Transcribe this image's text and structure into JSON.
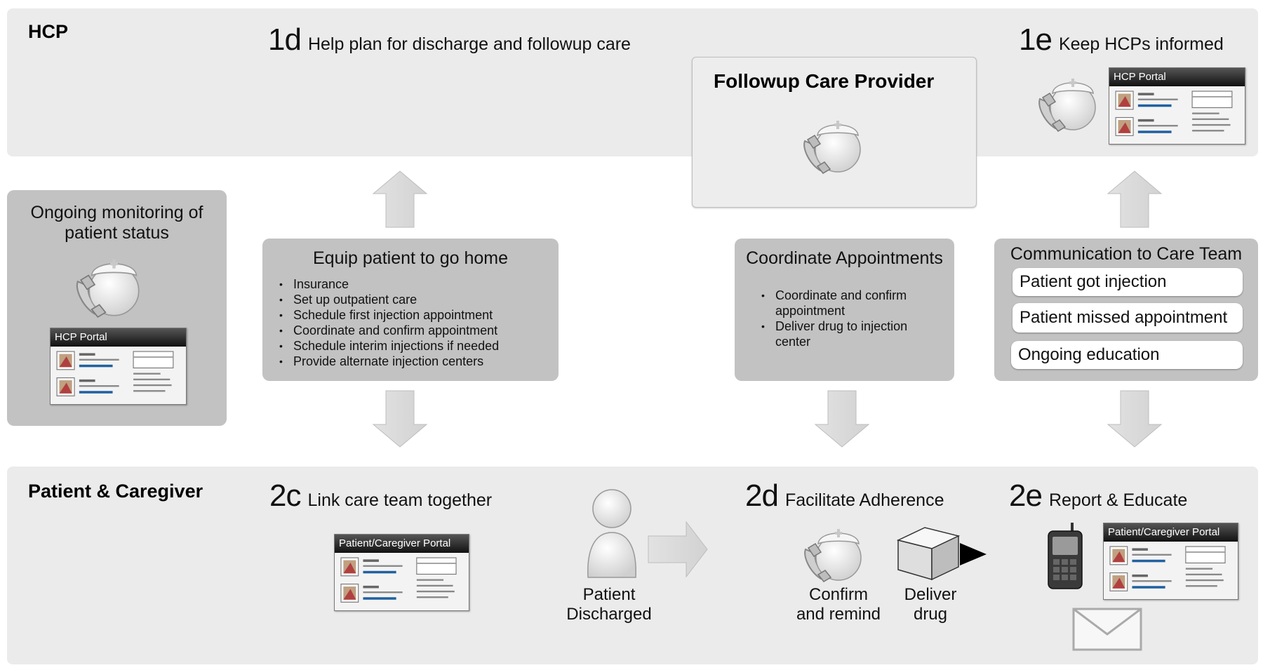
{
  "lanes": {
    "hcp_label": "HCP",
    "patient_label": "Patient & Caregiver"
  },
  "steps": {
    "s1d": {
      "num": "1d",
      "title": "Help plan for discharge and followup care"
    },
    "s1e": {
      "num": "1e",
      "title": "Keep HCPs informed"
    },
    "s2c": {
      "num": "2c",
      "title": "Link care team together"
    },
    "s2d": {
      "num": "2d",
      "title": "Facilitate Adherence"
    },
    "s2e": {
      "num": "2e",
      "title": "Report & Educate"
    }
  },
  "monitoring": {
    "title": "Ongoing monitoring of patient status",
    "portal_label": "HCP Portal"
  },
  "equip": {
    "title": "Equip patient to go home",
    "items": [
      "Insurance",
      "Set up outpatient care",
      "Schedule first injection appointment",
      "Coordinate and confirm appointment",
      "Schedule interim injections if needed",
      "Provide alternate injection centers"
    ]
  },
  "followup": {
    "title": "Followup Care Provider"
  },
  "coordinate": {
    "title": "Coordinate Appointments",
    "items": [
      "Coordinate and confirm appointment",
      "Deliver drug to injection center"
    ]
  },
  "communication": {
    "title": "Communication to Care Team",
    "items": [
      "Patient got injection",
      "Patient missed appointment",
      "Ongoing education"
    ]
  },
  "portals": {
    "hcp_1e": "HCP Portal",
    "patient_2c": "Patient/Caregiver Portal",
    "patient_2e": "Patient/Caregiver Portal"
  },
  "captions": {
    "discharged": "Patient Discharged",
    "confirm": "Confirm and remind",
    "deliver": "Deliver drug"
  },
  "icons": [
    "nurse-phone-icon",
    "patient-person-icon",
    "drug-package-icon",
    "mobile-phone-icon",
    "envelope-icon",
    "arrow-up-icon",
    "arrow-down-icon",
    "arrow-right-icon"
  ]
}
